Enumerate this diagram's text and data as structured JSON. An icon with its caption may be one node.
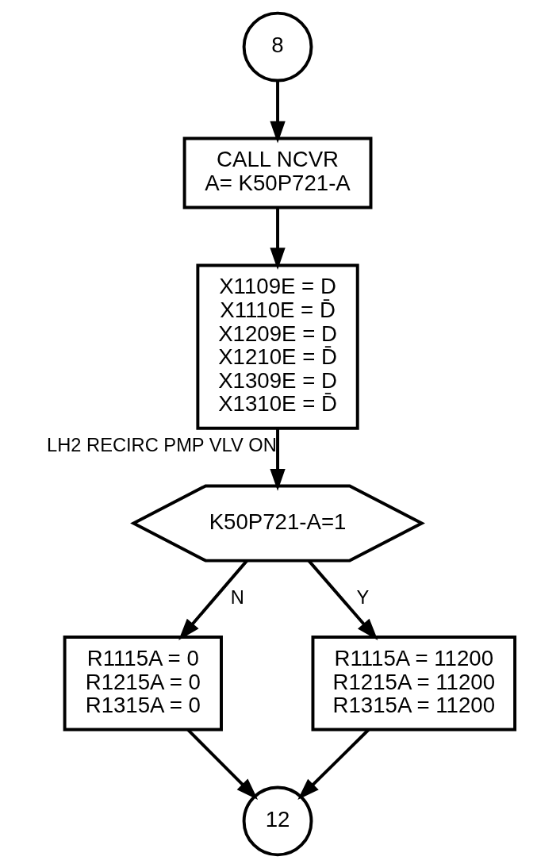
{
  "diagram": {
    "nodes": [
      {
        "text": [
          "8"
        ]
      },
      {
        "text": [
          "CALL NCVR",
          "A= K50P721-A"
        ]
      },
      {
        "text": [
          "X1109E = D",
          "X1110E = D̄",
          "X1209E = D",
          "X1210E = D̄",
          "X1309E = D",
          "X1310E = D̄"
        ]
      },
      {
        "text": [
          "K50P721-A=1"
        ]
      },
      {
        "text": [
          "R1115A = 0",
          "R1215A = 0",
          "R1315A = 0"
        ]
      },
      {
        "text": [
          "R1115A = 11200",
          "R1215A = 11200",
          "R1315A = 11200"
        ]
      },
      {
        "text": [
          "12"
        ]
      }
    ],
    "edges": [
      {
        "from": 0,
        "to": 1,
        "arrow": "to"
      },
      {
        "from": 1,
        "to": 2,
        "arrow": "to"
      },
      {
        "from": 2,
        "to": 3,
        "arrow": "to",
        "label": "LH2 RECIRC PMP VLV ON"
      },
      {
        "from": 3,
        "to": 4,
        "arrow": "to",
        "label": "N"
      },
      {
        "from": 3,
        "to": 5,
        "arrow": "to",
        "label": "Y"
      },
      {
        "from": 4,
        "to": 6,
        "arrow": "to"
      },
      {
        "from": 5,
        "to": 6,
        "arrow": "to"
      }
    ]
  }
}
